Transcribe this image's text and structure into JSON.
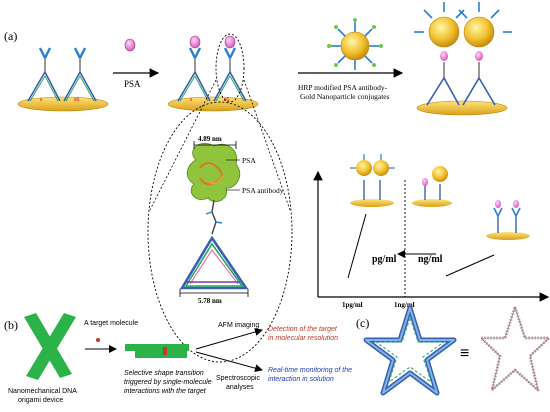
{
  "panel_a": {
    "label": "(a)",
    "arrow1_label": "PSA",
    "conjugate_label_line1": "HRP modified PSA antibody-",
    "conjugate_label_line2": "Gold Nanoparticle conjugates",
    "dim_top": "4.89 nm",
    "dim_bottom": "5.78 nm",
    "psa_label": "PSA",
    "antibody_label": "PSA antibody",
    "conc_pg": "pg/ml",
    "conc_ng": "ng/ml",
    "tick_1pg": "1pg/ml",
    "tick_1ng": "1ng/ml"
  },
  "panel_b": {
    "label": "(b)",
    "device_line1": "Nanomechanical DNA",
    "device_line2": "origami device",
    "target_text": "A target molecule",
    "transition_line1": "Selective shape transition",
    "transition_line2": "triggered by single-molecule",
    "transition_line3": "interactions with the target",
    "afm": "AFM imaging",
    "spectro_line1": "Spectroscopic",
    "spectro_line2": "analyses",
    "result1_line1": "Detection of the target",
    "result1_line2": "in molecular resolution",
    "result2_line1": "Real-time monitoring of the",
    "result2_line2": "interaction in solution"
  },
  "panel_c": {
    "label": "(c)",
    "equiv": "≡"
  },
  "colors": {
    "gold": "#f2c230",
    "gold_dark": "#d49a12",
    "green": "#2bb34a",
    "red_text": "#c0392b",
    "blue_text": "#1f3fb8"
  }
}
